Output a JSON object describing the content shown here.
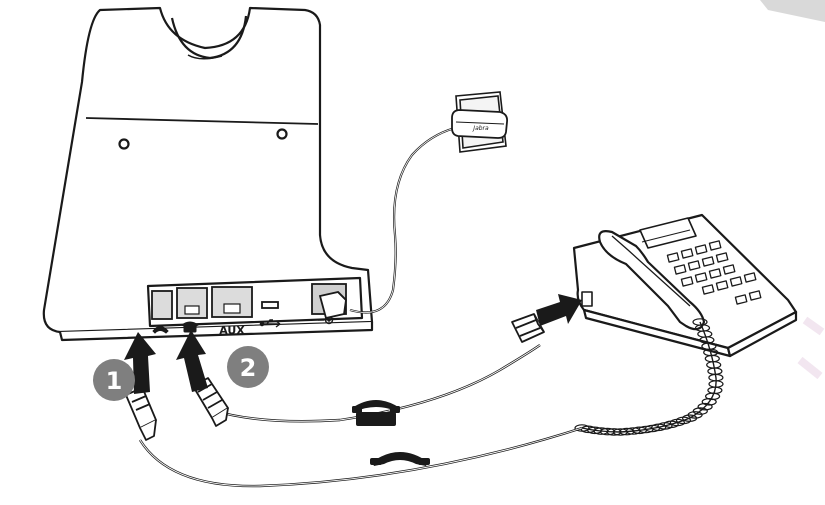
{
  "callouts": [
    {
      "number": "1"
    },
    {
      "number": "2"
    }
  ],
  "ports": [
    {
      "id": "handset",
      "icon": "handset-port-icon"
    },
    {
      "id": "phone",
      "icon": "desk-phone-port-icon"
    },
    {
      "id": "aux",
      "label": "AUX"
    },
    {
      "id": "usb",
      "icon": "usb-icon"
    },
    {
      "id": "power",
      "icon": "dc-power-icon"
    }
  ],
  "adapter_brand": "Jabra",
  "colors": {
    "line": "#1a1a1a",
    "callout_fill": "#7f7f7f",
    "callout_text": "#ffffff",
    "base_fill": "#ffffff",
    "corner_tab": "#d9d9d9"
  }
}
